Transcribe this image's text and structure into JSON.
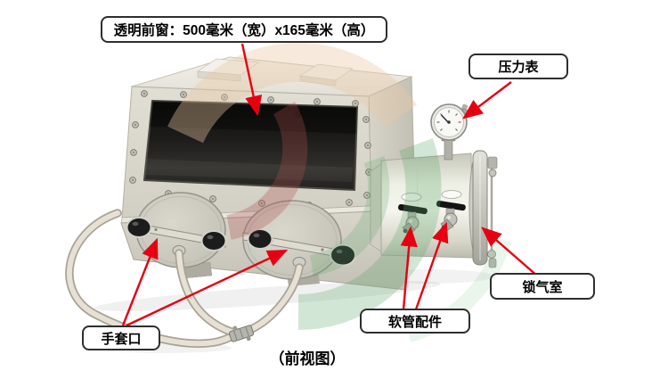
{
  "image": {
    "subject": "glovebox product photo, annotated",
    "caption": "（前视图）"
  },
  "annotations": {
    "front_window": {
      "label": "透明前窗：500毫米（宽）x165毫米（高）"
    },
    "pressure_gauge": {
      "label": "压力表"
    },
    "airlock": {
      "label": "锁气室"
    },
    "hose_fittings": {
      "label": "软管配件"
    },
    "glove_port": {
      "label": "手套口"
    }
  },
  "colors": {
    "arrow": "#e60012",
    "label_border": "#2e2e2e",
    "label_background": "#ffffff",
    "cabinet_body": "#d9d6cc",
    "window": "#1a1a1a",
    "chamber": "#eff0e6",
    "watermark_green": "#5aa768",
    "watermark_red": "#b05050",
    "watermark_cream": "#e9c9a2"
  }
}
